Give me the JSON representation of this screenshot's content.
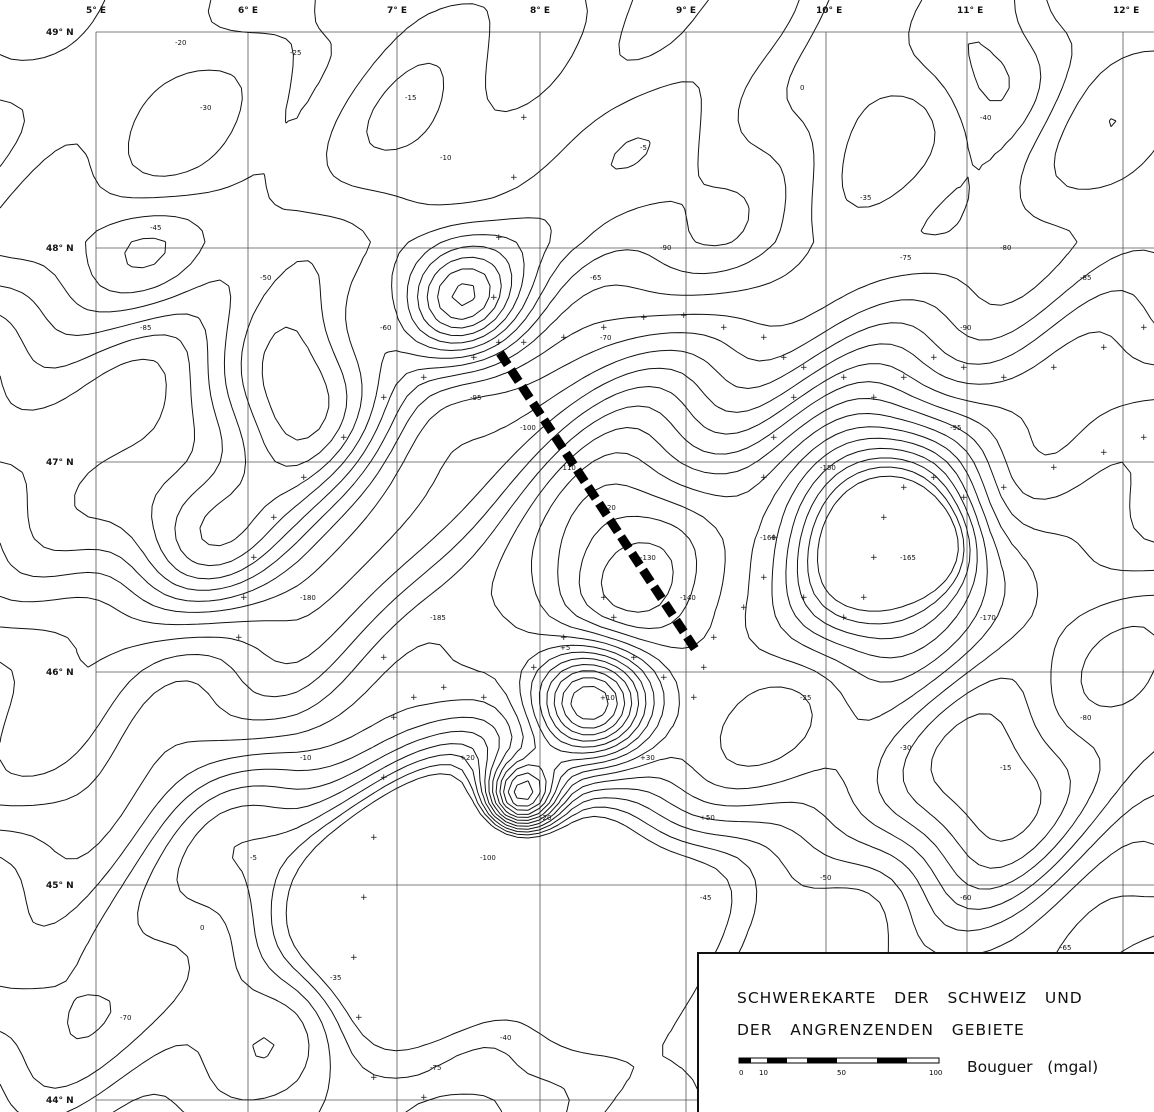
{
  "map": {
    "title_line1": "SCHWEREKARTE   DER   SCHWEIZ   UND",
    "title_line2": "DER   ANGRENZENDEN   GEBIETE",
    "units": "Bouguer   (mgal)",
    "scale_labels": [
      "0",
      "10",
      "50",
      "100"
    ],
    "longitude_labels": [
      "5° E",
      "6° E",
      "7° E",
      "8° E",
      "9° E",
      "10° E",
      "11° E",
      "12° E"
    ],
    "latitude_labels": [
      "49° N",
      "48° N",
      "47° N",
      "46° N",
      "45° N",
      "44° N"
    ],
    "contour_labels": [
      "-20",
      "-25",
      "-30",
      "-15",
      "-10",
      "-5",
      "0",
      "-35",
      "-40",
      "-45",
      "-50",
      "-60",
      "-65",
      "-70",
      "-75",
      "-80",
      "-85",
      "-90",
      "-95",
      "-100",
      "-110",
      "-120",
      "-130",
      "-140",
      "-150",
      "-160",
      "-165",
      "-170",
      "-180",
      "-185",
      "+5",
      "+10",
      "+20",
      "+30",
      "+50"
    ],
    "colors": {
      "ink": "#111111",
      "paper": "#ffffff"
    }
  }
}
